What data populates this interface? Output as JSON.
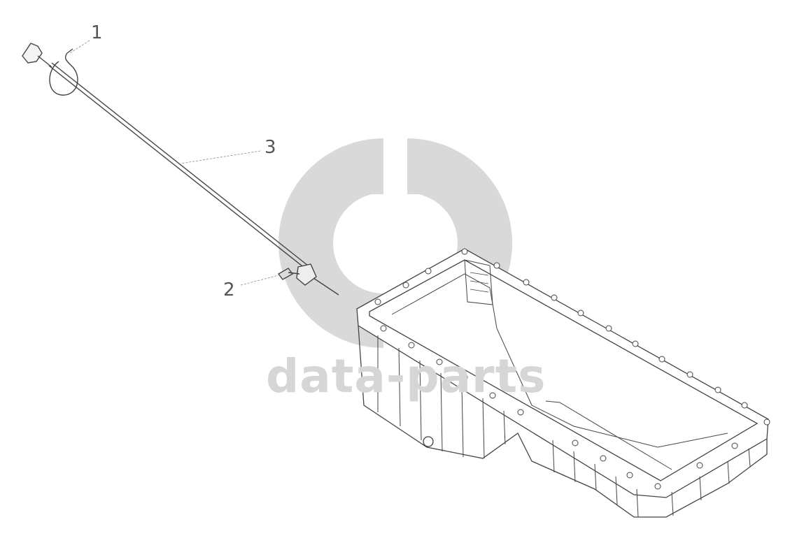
{
  "diagram": {
    "callouts": [
      {
        "id": "1",
        "label": "1"
      },
      {
        "id": "2",
        "label": "2"
      },
      {
        "id": "3",
        "label": "3"
      }
    ],
    "watermark": {
      "text": "data-parts",
      "color": "#d6d6d6"
    },
    "line_color": "#444444",
    "leader_color": "#888888"
  }
}
